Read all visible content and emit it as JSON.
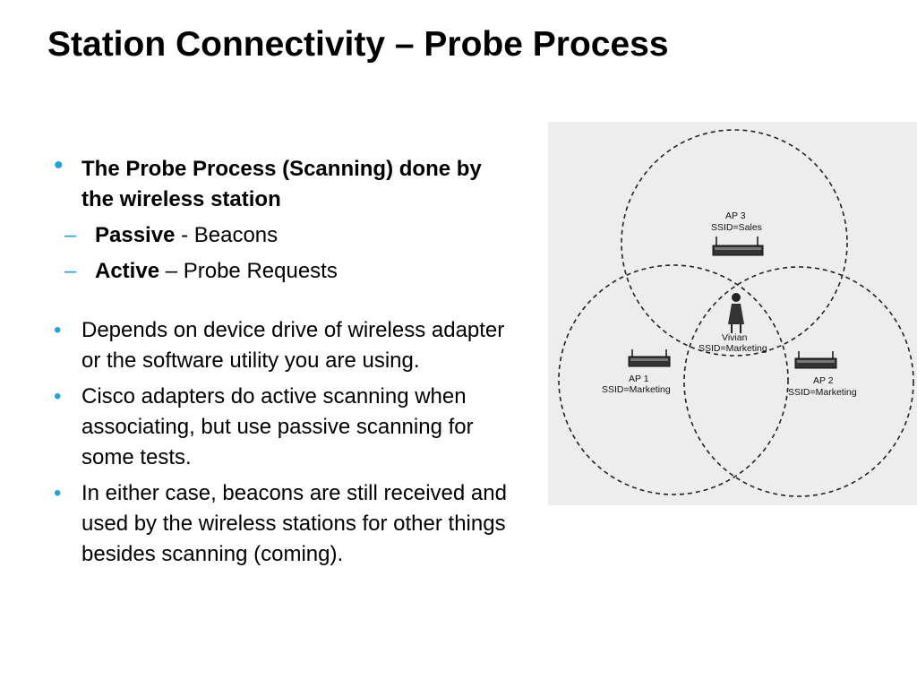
{
  "slide": {
    "title": "Station Connectivity – Probe Process"
  },
  "bullets": {
    "b1": {
      "text": "The Probe Process (Scanning) done by the wireless station",
      "subs": [
        {
          "bold": "Passive",
          "rest": " - Beacons"
        },
        {
          "bold": "Active",
          "rest": " – Probe Requests"
        }
      ]
    },
    "b2": "Depends on device drive of wireless adapter or the software utility you are using.",
    "b3": "Cisco adapters do active scanning when associating, but use passive scanning for some tests.",
    "b4": "In either case, beacons are still received and used by the wireless stations for other things besides scanning (coming)."
  },
  "diagram": {
    "ap3": {
      "name": "AP 3",
      "ssid": "SSID=Sales"
    },
    "ap1": {
      "name": "AP 1",
      "ssid": "SSID=Marketing"
    },
    "ap2": {
      "name": "AP 2",
      "ssid": "SSID=Marketing"
    },
    "station": {
      "name": "Vivian",
      "ssid": "SSID=Marketing"
    }
  }
}
